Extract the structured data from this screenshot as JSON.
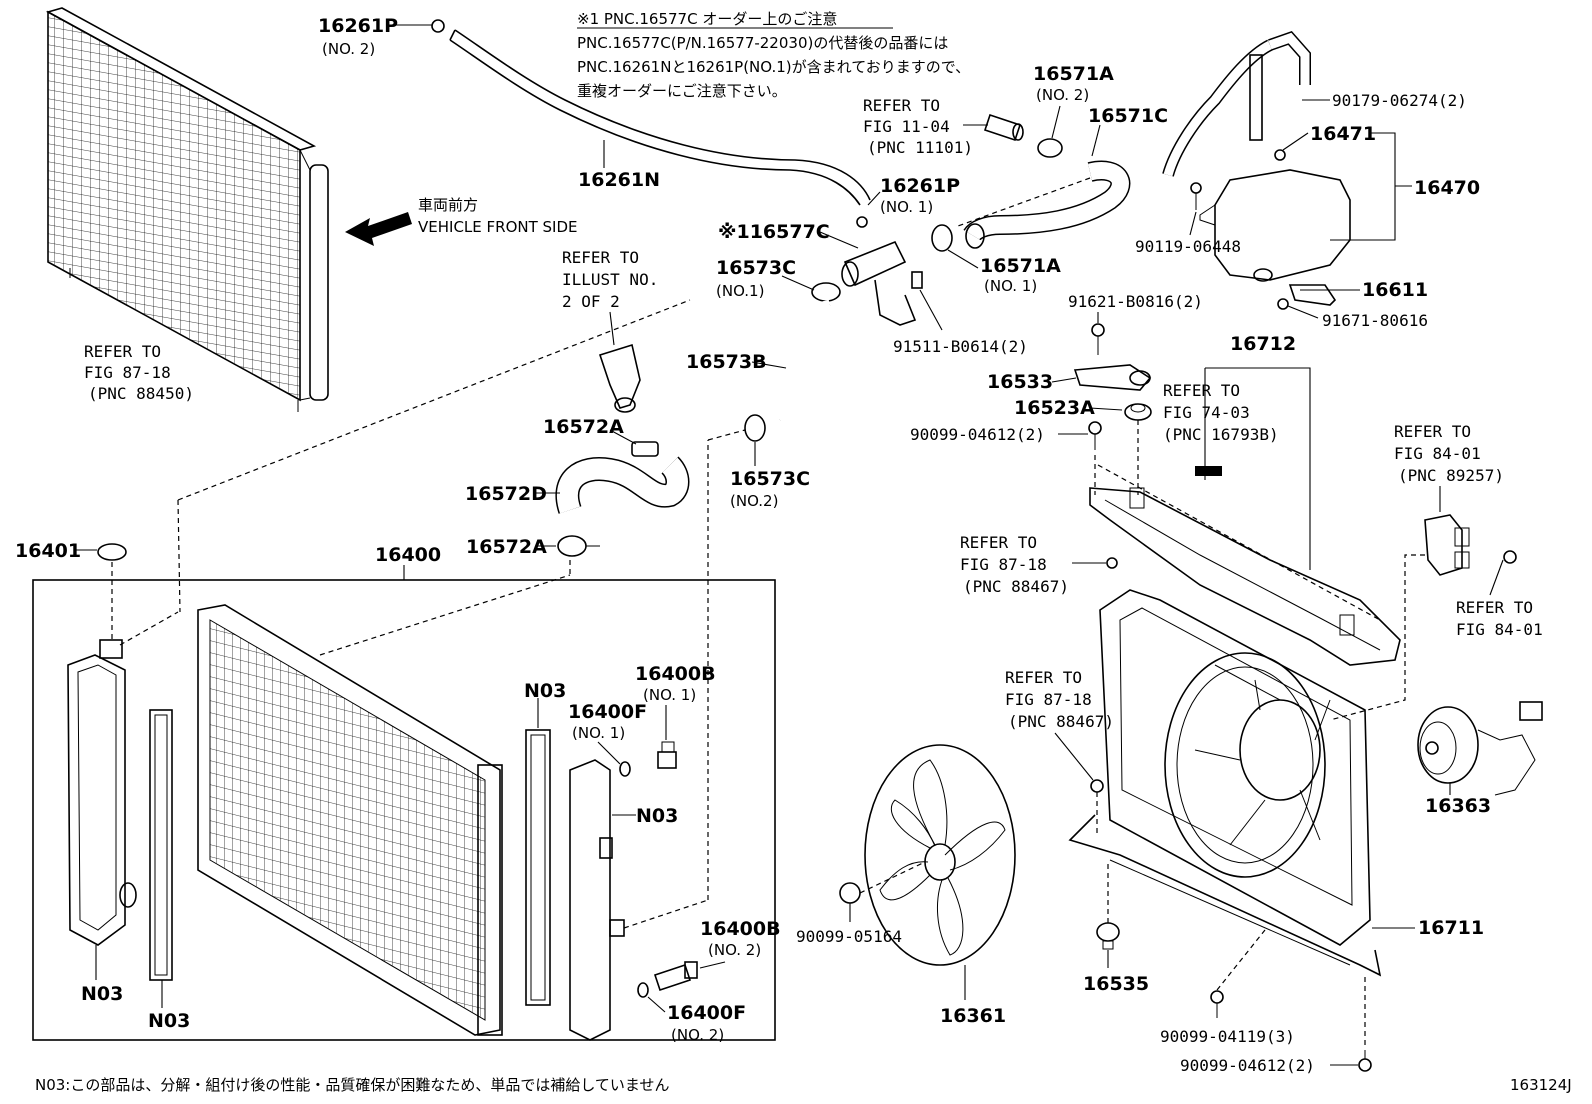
{
  "diagram": {
    "illustration_id": "163124J",
    "vehicle_front": {
      "jp": "車両前方",
      "en": "VEHICLE FRONT SIDE"
    },
    "notice": {
      "title": "※1 PNC.16577C オーダー上のご注意",
      "line1": "PNC.16577C(P/N.16577-22030)の代替後の品番には",
      "line2": "PNC.16261Nと16261P(NO.1)が含まれておりますので、",
      "line3": "重複オーダーにご注意下さい。"
    },
    "footnote": "N03:この部品は、分解・組付け後の性能・品質確保が困難なため、単品では補給していません",
    "parts": {
      "p16261P_no2": "16261P",
      "p16261P_no2_sub": "(NO. 2)",
      "p16261N": "16261N",
      "p16261P_no1": "16261P",
      "p16261P_no1_sub": "(NO. 1)",
      "p16577C": "※116577C",
      "p16573C_no1": "16573C",
      "p16573C_no1_sub": "(NO.1)",
      "p16573B": "16573B",
      "p16573C_no2": "16573C",
      "p16573C_no2_sub": "(NO.2)",
      "p16571A_no2": "16571A",
      "p16571A_no2_sub": "(NO. 2)",
      "p16571C": "16571C",
      "p16571A_no1": "16571A",
      "p16571A_no1_sub": "(NO. 1)",
      "p91511": "91511-B0614(2)",
      "p16572A_top": "16572A",
      "p16572D": "16572D",
      "p16572A_bot": "16572A",
      "p16401": "16401",
      "p16400": "16400",
      "p16400B_no1": "16400B",
      "p16400B_no1_sub": "(NO. 1)",
      "p16400F_no1": "16400F",
      "p16400F_no1_sub": "(NO. 1)",
      "p16400B_no2": "16400B",
      "p16400B_no2_sub": "(NO. 2)",
      "p16400F_no2": "16400F",
      "p16400F_no2_sub": "(NO. 2)",
      "n03_a": "N03",
      "n03_b": "N03",
      "n03_c": "N03",
      "n03_d": "N03",
      "p90179": "90179-06274(2)",
      "p16471": "16471",
      "p16470": "16470",
      "p90119": "90119-06448",
      "p16611": "16611",
      "p91671": "91671-80616",
      "p91621": "91621-B0816(2)",
      "p16712": "16712",
      "p16533": "16533",
      "p16523A": "16523A",
      "p90099_04612_top": "90099-04612(2)",
      "p16363": "16363",
      "p16711": "16711",
      "p90099_05164": "90099-05164",
      "p16361": "16361",
      "p16535": "16535",
      "p90099_04119": "90099-04119(3)",
      "p90099_04612_bot": "90099-04612(2)"
    },
    "refs": {
      "r_87_18_cond": {
        "l1": "REFER TO",
        "l2": "FIG 87-18",
        "l3": "(PNC 88450)"
      },
      "r_illust": {
        "l1": "REFER TO",
        "l2": "ILLUST NO.",
        "l3": "2 OF 2"
      },
      "r_11_04": {
        "l1": "REFER TO",
        "l2": "FIG 11-04",
        "l3": "(PNC 11101)"
      },
      "r_74_03": {
        "l1": "REFER TO",
        "l2": "FIG 74-03",
        "l3": "(PNC 16793B)"
      },
      "r_84_01_a": {
        "l1": "REFER TO",
        "l2": "FIG 84-01",
        "l3": "(PNC 89257)"
      },
      "r_84_01_b": {
        "l1": "REFER TO",
        "l2": "FIG 84-01"
      },
      "r_87_18_a": {
        "l1": "REFER TO",
        "l2": "FIG 87-18",
        "l3": "(PNC 88467)"
      },
      "r_87_18_b": {
        "l1": "REFER TO",
        "l2": "FIG 87-18",
        "l3": "(PNC 88467)"
      }
    }
  }
}
